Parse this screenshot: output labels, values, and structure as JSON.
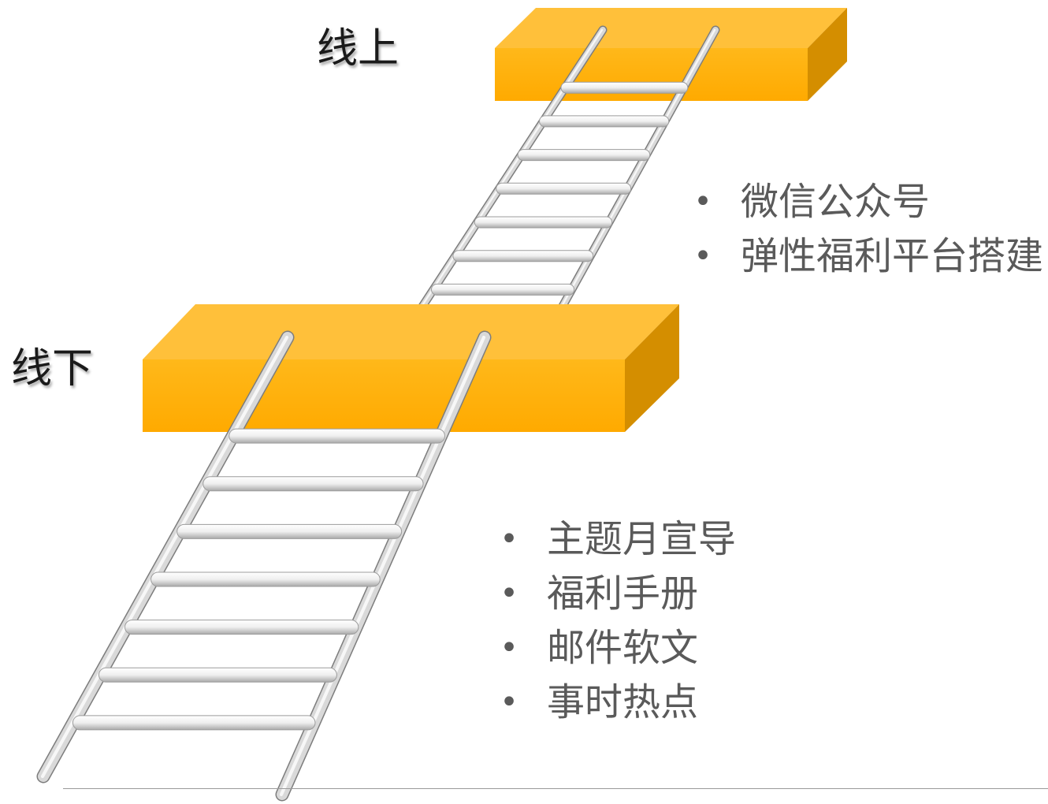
{
  "diagram": {
    "label_online": "线上",
    "label_offline": "线下",
    "online_items": [
      {
        "text": "微信公众号"
      },
      {
        "text": "弹性福利平台搭建"
      }
    ],
    "offline_items": [
      {
        "text": "主题月宣导"
      },
      {
        "text": "福利手册"
      },
      {
        "text": "邮件软文"
      },
      {
        "text": "事时热点"
      }
    ],
    "colors": {
      "block_front": "#ffb000",
      "block_top": "#ffc845",
      "block_side": "#d68f00",
      "ladder_rail": "#b8b8b8",
      "ladder_rung": "#f4f4f4",
      "bullet_text": "#5a5a5a",
      "title_text": "#1a1a1a"
    }
  }
}
